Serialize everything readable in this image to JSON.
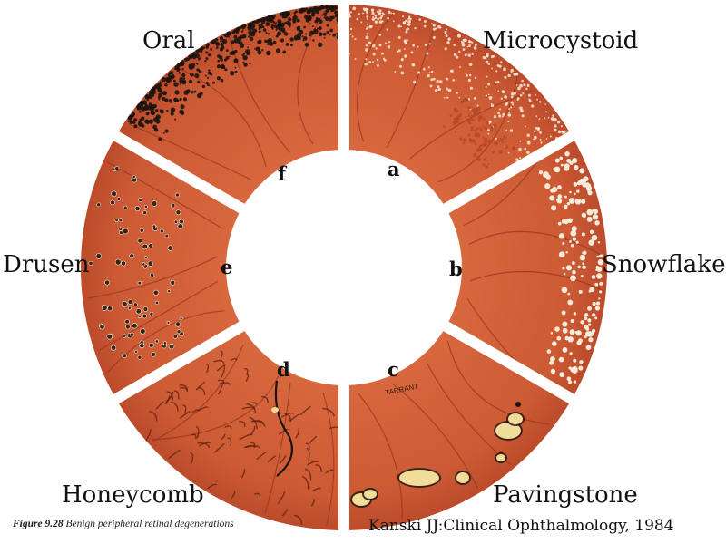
{
  "figure": {
    "caption_number": "Figure 9.28",
    "caption_text": "Benign peripheral retinal degenerations",
    "credit": "Kanski JJ:Clinical Ophthalmology, 1984",
    "signature": "TARRANT"
  },
  "colors": {
    "fundus": "#d4623a",
    "fundus_dark": "#b8482a",
    "vessel": "#8e3520",
    "pigment": "#1c1410",
    "white_deposit": "#f6ead8",
    "pale_lesion": "#f2dc9a",
    "background": "#ffffff"
  },
  "sectors": [
    {
      "id": "a",
      "letter": "a",
      "label": "Microcystoid"
    },
    {
      "id": "b",
      "letter": "b",
      "label": "Snowflakes"
    },
    {
      "id": "c",
      "letter": "c",
      "label": "Pavingstone"
    },
    {
      "id": "d",
      "letter": "d",
      "label": "Honeycomb"
    },
    {
      "id": "e",
      "letter": "e",
      "label": "Drusen"
    },
    {
      "id": "f",
      "letter": "f",
      "label": "Oral"
    }
  ]
}
